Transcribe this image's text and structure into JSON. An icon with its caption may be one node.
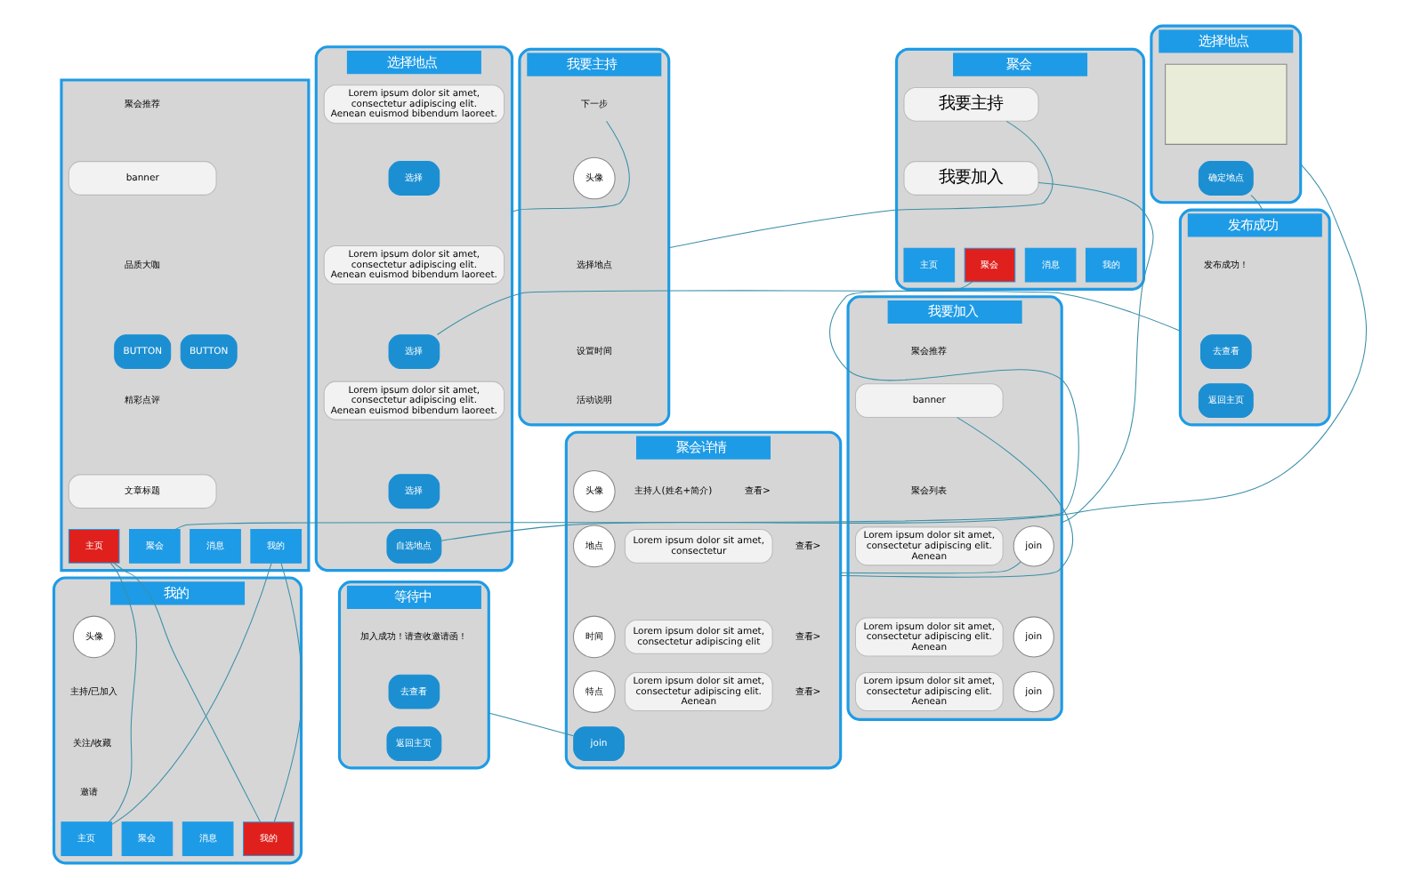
{
  "diagram": {
    "nodes": [
      {
        "text": [],
        "shape": "box"
      },
      {
        "text": [
          "聚会推荐"
        ],
        "in": 0
      },
      {
        "text": [
          "banner"
        ],
        "in": 0
      },
      {
        "text": [
          "品质大咖"
        ],
        "in": 0
      },
      {
        "text": [
          "BUTTON"
        ],
        "in": 0
      },
      {
        "text": [
          "BUTTON"
        ],
        "in": 0
      },
      {
        "text": [
          "精彩点评"
        ],
        "in": 0
      },
      {
        "text": [
          "文章标题"
        ],
        "in": 0
      },
      {
        "text": [
          "主页"
        ],
        "in": 0
      },
      {
        "text": [
          "聚会"
        ],
        "in": 0
      },
      {
        "text": [
          "消息"
        ],
        "in": 0
      },
      {
        "text": [
          "我的"
        ],
        "in": 0
      },
      {
        "text": [
          "聚会"
        ]
      },
      {
        "text": [
          "我要主持"
        ],
        "in": 12
      },
      {
        "text": [
          "我要加入"
        ],
        "in": 12
      },
      {
        "text": [
          "主页"
        ],
        "in": 12
      },
      {
        "text": [
          "聚会"
        ],
        "in": 12
      },
      {
        "text": [
          "消息"
        ],
        "in": 12
      },
      {
        "text": [
          "我的"
        ],
        "in": 12
      },
      {
        "text": [
          "我要主持"
        ]
      },
      {
        "text": [
          "下一步"
        ],
        "in": 19
      },
      {
        "text": [
          "头像"
        ],
        "in": 19
      },
      {
        "text": [
          "选择地点"
        ],
        "in": 19
      },
      {
        "text": [
          "设置时间"
        ],
        "in": 19
      },
      {
        "text": [
          "活动说明"
        ],
        "in": 19
      },
      {
        "text": [
          "选择地点"
        ]
      },
      {
        "text": [
          "Lorem ipsum dolor sit amet, consectetur adipiscing elit. Aenean euismod bibendum laoreet."
        ],
        "in": 25
      },
      {
        "text": [
          "选择"
        ],
        "in": 25
      },
      {
        "text": [
          "Lorem ipsum dolor sit amet, consectetur adipiscing elit. Aenean euismod bibendum laoreet."
        ],
        "in": 25
      },
      {
        "text": [
          "选择"
        ],
        "in": 25
      },
      {
        "text": [
          "Lorem ipsum dolor sit amet, consectetur adipiscing elit. Aenean euismod bibendum laoreet."
        ],
        "in": 25
      },
      {
        "text": [
          "选择"
        ],
        "in": 25
      },
      {
        "text": [
          "自选地点"
        ],
        "in": 25
      },
      {
        "text": [
          "选择地点"
        ]
      },
      {
        "text": [],
        "shape": "box",
        "in": 33
      },
      {
        "text": [
          "确定地点"
        ],
        "in": 33
      },
      {
        "text": [
          "我的"
        ]
      },
      {
        "text": [
          "头像"
        ],
        "in": 36
      },
      {
        "text": [
          "主持/已加入"
        ],
        "in": 36
      },
      {
        "text": [
          "关注/收藏"
        ],
        "in": 36
      },
      {
        "text": [
          "邀请"
        ],
        "in": 36
      },
      {
        "text": [
          "主页"
        ],
        "in": 36
      },
      {
        "text": [
          "聚会"
        ],
        "in": 36
      },
      {
        "text": [
          "消息"
        ],
        "in": 36
      },
      {
        "text": [
          "我的"
        ],
        "in": 36
      },
      {
        "text": [
          "我要加入"
        ]
      },
      {
        "text": [
          "聚会推荐"
        ],
        "in": 45
      },
      {
        "text": [
          "banner"
        ],
        "in": 45
      },
      {
        "text": [
          "聚会列表"
        ],
        "in": 45
      },
      {
        "text": [
          "Lorem ipsum dolor sit amet, consectetur adipiscing elit. Aenean"
        ],
        "in": 45
      },
      {
        "text": [
          "join"
        ],
        "in": 45
      },
      {
        "text": [
          "Lorem ipsum dolor sit amet, consectetur adipiscing elit. Aenean"
        ],
        "in": 45
      },
      {
        "text": [
          "join"
        ],
        "in": 45
      },
      {
        "text": [
          "Lorem ipsum dolor sit amet, consectetur adipiscing elit. Aenean"
        ],
        "in": 45
      },
      {
        "text": [
          "join"
        ],
        "in": 45
      },
      {
        "text": [
          "聚会详情"
        ]
      },
      {
        "text": [
          "头像"
        ],
        "in": 55
      },
      {
        "text": [
          "主持人(姓名+简介)"
        ],
        "in": 55
      },
      {
        "text": [
          "查看>"
        ],
        "in": 55
      },
      {
        "text": [
          "地点"
        ],
        "in": 55
      },
      {
        "text": [
          "Lorem ipsum dolor sit amet, consectetur"
        ],
        "in": 55
      },
      {
        "text": [
          "查看>"
        ],
        "in": 55
      },
      {
        "text": [
          "时间"
        ],
        "in": 55
      },
      {
        "text": [
          "Lorem ipsum dolor sit amet, consectetur adipiscing elit"
        ],
        "in": 55
      },
      {
        "text": [
          "查看>"
        ],
        "in": 55
      },
      {
        "text": [
          "特点"
        ],
        "in": 55
      },
      {
        "text": [
          "Lorem ipsum dolor sit amet, consectetur adipiscing elit. Aenean"
        ],
        "in": 55
      },
      {
        "text": [
          "查看>"
        ],
        "in": 55
      },
      {
        "text": [
          "join"
        ],
        "in": 55
      },
      {
        "text": [
          "等待中"
        ]
      },
      {
        "text": [
          "加入成功！请查收邀请函！"
        ],
        "in": 69
      },
      {
        "text": [
          "去查看"
        ],
        "in": 69
      },
      {
        "text": [
          "返回主页"
        ],
        "in": 69
      },
      {
        "text": [
          "发布成功"
        ]
      },
      {
        "text": [
          "发布成功！"
        ],
        "in": 73
      },
      {
        "text": [
          "去查看"
        ],
        "in": 73
      },
      {
        "text": [
          "返回主页"
        ],
        "in": 73
      }
    ],
    "edges": [
      {
        "from": 8,
        "to": 41,
        "arrow": "none"
      },
      {
        "from": 8,
        "to": 44,
        "arrow": "none"
      },
      {
        "from": 11,
        "to": 41,
        "arrow": "none"
      },
      {
        "from": 11,
        "to": 44,
        "arrow": "none"
      },
      {
        "from": 9,
        "to": 16,
        "arrow": "none"
      },
      {
        "from": 13,
        "to": 19,
        "arrow": "none"
      },
      {
        "from": 14,
        "to": 45,
        "arrow": "none"
      },
      {
        "from": 20,
        "to": 25,
        "arrow": "none"
      },
      {
        "from": 29,
        "to": 73,
        "arrow": "none"
      },
      {
        "from": 32,
        "to": 33,
        "arrow": "none"
      },
      {
        "from": 35,
        "to": 73,
        "arrow": "none"
      },
      {
        "from": 47,
        "to": 55,
        "arrow": "none"
      },
      {
        "from": 50,
        "to": 55,
        "arrow": "none"
      },
      {
        "from": 68,
        "to": 69,
        "arrow": "none"
      }
    ]
  }
}
